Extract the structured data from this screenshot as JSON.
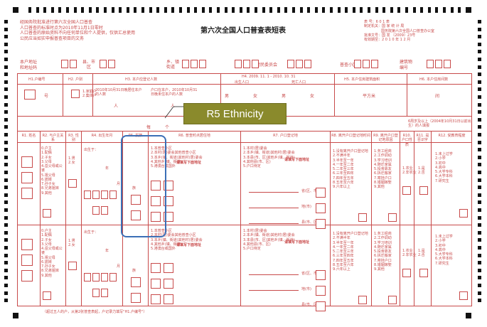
{
  "header": {
    "intro_lines": [
      "经国务院批准进行第六次全国人口普查",
      "人口普查的标准时点为2010年11月1日零时",
      "人口普查的原始资料不向任何单位和个人提供，仅供汇总使用",
      "公民应当如实申报普查项目的文务"
    ],
    "title": "第六次全国人口普查表短表",
    "meta": [
      {
        "label": "表    号：",
        "value": "6  0  1    表"
      },
      {
        "label": "制定机关：",
        "value": "国  家  统  计  局"
      },
      {
        "label": "",
        "value": "国务院第六次全国人口普查办公室"
      },
      {
        "label": "批准文号：",
        "value": "国  发 〔2009〕23号"
      },
      {
        "label": "有效期至：",
        "value": "2 0 1 0 年 1 2 月"
      }
    ]
  },
  "address": {
    "household_address": "本户地址",
    "registered_address": "和地址码",
    "county": "县、市",
    "district": "区",
    "township": "乡、镇",
    "street": "街道",
    "village": "村民委员会",
    "census_area": "普查小区",
    "building": "建筑物",
    "building_no": "编号"
  },
  "household_section": {
    "h1": "H1.户编号",
    "h1_unit": "号",
    "h2": "H2. 户别",
    "h2_options": [
      "1.家庭户",
      "2.集体户"
    ],
    "h3": "H3. 本户应登记人数",
    "h3_a": "2010年10月31日晚居住本户的人数",
    "h3_b": "户口在本户，2010年10月31日晚未住本户的人数",
    "h3_unit": "人",
    "h4": "H4. 2009. 11. 1 - 2010. 10. 31",
    "h4_birth": "出生人口",
    "h4_death": "死亡人口",
    "h4_male": "男",
    "h4_female": "女",
    "h5": "H5. 本户住房建筑面积",
    "h5_unit": "平方米",
    "h6": "H6. 本户住房间数",
    "h6_unit": "间",
    "age_note": "6周岁及以上（2004年10月31日以前出生）的人填报",
    "each": "每",
    "person": "个"
  },
  "callout": {
    "label": "R5 Ethnicity"
  },
  "columns": [
    "R1. 姓名",
    "R2. 与户主关系",
    "R3. 性别",
    "R4. 出生年月",
    "R5. 民族",
    "R6. 普查时点居住地",
    "R7. 户口登记地",
    "R8. 离开户口登记地时间",
    "R9. 离开户口登记地原因",
    "R10. 户口性质",
    "R11. 是否识字",
    "R12. 受教育程度"
  ],
  "relation_options": [
    "0.户主",
    "1.配偶",
    "2.子女",
    "3.父母",
    "4.岳父母或公婆",
    "5.祖父母",
    "6.媳婿",
    "7.孙子女",
    "8.兄弟姐妹",
    "9.其他"
  ],
  "sex_options": [
    "1.男",
    "2.女"
  ],
  "birth": {
    "label": "出生于：",
    "year": "年",
    "month": "月"
  },
  "ethnicity": {
    "unit": "族"
  },
  "residence_options": [
    "1.本普查小区",
    "2.本村(居)委会其他普查小区",
    "3.本乡(镇、街道)其他村(居)委会",
    "4.其他乡(镇、街道)",
    "5.港澳台或国外"
  ],
  "residence_fill": "请填写下面地址",
  "register_options": [
    "1.本村(居)委会",
    "2.本乡(镇、街道)其他村(居)委会",
    "3.本县(市、区)其他乡(镇、街道)",
    "4.其他县(市、区)",
    "5.户口待定"
  ],
  "register_places": [
    "省(区、市)",
    "地(市)",
    "县(市、区)"
  ],
  "leave_time_options": [
    "1.没有离开户口登记地",
    "2.不满半年",
    "3.半年至一年",
    "4.一年至二年",
    "5.二年至三年",
    "6.三年至四年",
    "7.四年至五年",
    "8.五年至六年",
    "9.六年以上"
  ],
  "reason_options": [
    "1.务工经商",
    "2.工作调动",
    "3.学习培训",
    "4.随迁家属",
    "5.投亲靠友",
    "6.拆迁搬家",
    "7.寄挂户口",
    "8.婚姻嫁娶",
    "9.其他"
  ],
  "hukou_options": [
    "1.农业",
    "2.非农业"
  ],
  "literate_options": [
    "1.是",
    "2.否"
  ],
  "education_options": [
    "1.未上过学",
    "2.小学",
    "3.初中",
    "4.高中",
    "5.大学专科",
    "6.大学本科",
    "7.研究生"
  ],
  "footer": {
    "note": "（超过五人的户，从第2张普查表起，户记录力填写\"H1.户编号\"）"
  }
}
